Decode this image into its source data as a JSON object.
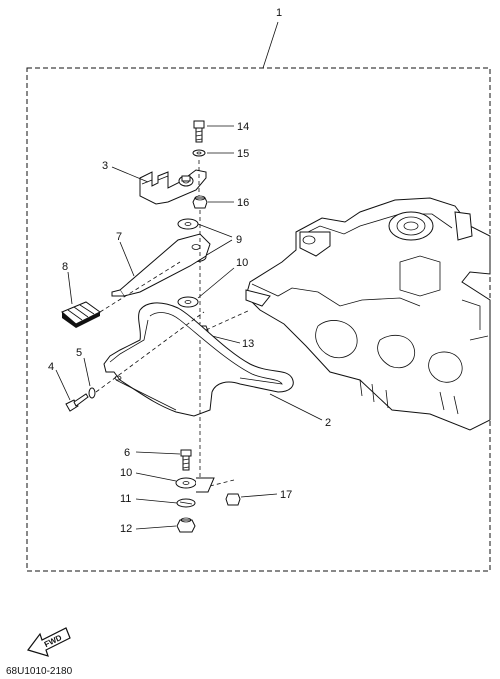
{
  "diagram": {
    "assembly_number": "1",
    "drawing_code": "68U1010-2180",
    "fwd_label": "FWD",
    "callouts": [
      {
        "id": "14",
        "label": "14"
      },
      {
        "id": "15",
        "label": "15"
      },
      {
        "id": "3",
        "label": "3"
      },
      {
        "id": "16",
        "label": "16"
      },
      {
        "id": "7",
        "label": "7"
      },
      {
        "id": "9",
        "label": "9"
      },
      {
        "id": "8",
        "label": "8"
      },
      {
        "id": "10a",
        "label": "10"
      },
      {
        "id": "13",
        "label": "13"
      },
      {
        "id": "5",
        "label": "5"
      },
      {
        "id": "4",
        "label": "4"
      },
      {
        "id": "2",
        "label": "2"
      },
      {
        "id": "6",
        "label": "6"
      },
      {
        "id": "10b",
        "label": "10"
      },
      {
        "id": "11",
        "label": "11"
      },
      {
        "id": "17",
        "label": "17"
      },
      {
        "id": "12",
        "label": "12"
      }
    ]
  }
}
